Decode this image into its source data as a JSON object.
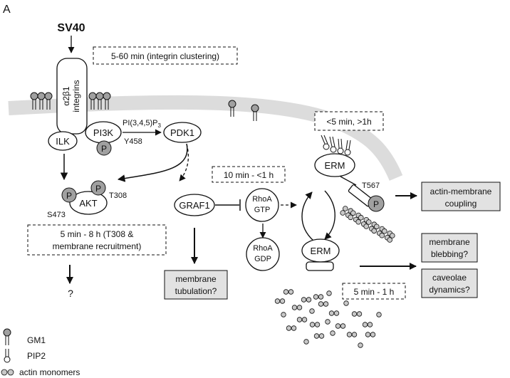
{
  "panel_label": "A",
  "virus": "SV40",
  "integrin": {
    "line1": "α2β1",
    "line2": "integrins"
  },
  "timing": {
    "clustering": "5-60 min (integrin clustering)",
    "erm_early": "<5 min, >1h",
    "graf": "10 min - <1 h",
    "akt_l1": "5 min - 8 h  (T308 &",
    "akt_l2": "membrane recruitment)",
    "blebbing": "5 min - 1 h"
  },
  "nodes": {
    "ilk": "ILK",
    "pi3k": "PI3K",
    "p": "P",
    "y458": "Y458",
    "pip3": "PI(3,4,5)P",
    "pip3_sub": "3",
    "pdk1": "PDK1",
    "akt": "AKT",
    "t308": "T308",
    "s473": "S473",
    "graf1": "GRAF1",
    "rhoa": "RhoA",
    "gtp": "GTP",
    "gdp": "GDP",
    "erm": "ERM",
    "t567": "T567",
    "question": "?"
  },
  "outcomes": {
    "tubulation_l1": "membrane",
    "tubulation_l2": "tubulation?",
    "actin_l1": "actin-membrane",
    "actin_l2": "coupling",
    "blebbing_l1": "membrane",
    "blebbing_l2": "blebbing?",
    "caveolae_l1": "caveolae",
    "caveolae_l2": "dynamics?"
  },
  "legend": {
    "gm1": "GM1",
    "pip2": "PIP2",
    "actin": "actin monomers"
  },
  "colors": {
    "membrane": "#dcdcdc",
    "phospho": "#a0a0a0",
    "outcome_box": "#e2e2e2",
    "actin_fill": "#c8c8c8"
  }
}
